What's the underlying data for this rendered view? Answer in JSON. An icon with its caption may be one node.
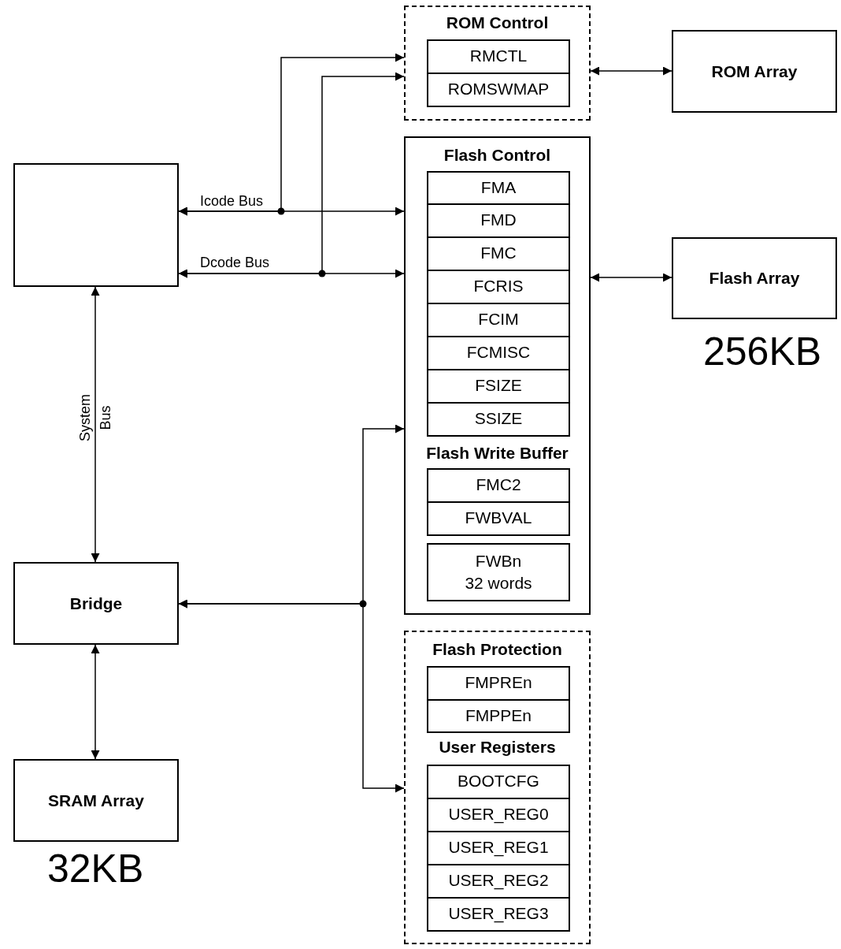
{
  "diagram": {
    "nodes": [
      {
        "text": [
          "ROM Control"
        ]
      },
      {
        "text": [
          "RMCTL"
        ],
        "in": 0
      },
      {
        "text": [
          "ROMSWMAP"
        ],
        "in": 0
      },
      {
        "text": [
          "ROM Array"
        ]
      },
      {
        "text": [],
        "shape": "box"
      },
      {
        "text": [
          "Flash Control",
          "Flash Write Buffer"
        ]
      },
      {
        "text": [
          "FMA"
        ],
        "in": 5
      },
      {
        "text": [
          "FMD"
        ],
        "in": 5
      },
      {
        "text": [
          "FMC"
        ],
        "in": 5
      },
      {
        "text": [
          "FCRIS"
        ],
        "in": 5
      },
      {
        "text": [
          "FCIM"
        ],
        "in": 5
      },
      {
        "text": [
          "FCMISC"
        ],
        "in": 5
      },
      {
        "text": [
          "FSIZE"
        ],
        "in": 5
      },
      {
        "text": [
          "SSIZE"
        ],
        "in": 5
      },
      {
        "text": [
          "FMC2"
        ],
        "in": 5
      },
      {
        "text": [
          "FWBVAL"
        ],
        "in": 5
      },
      {
        "text": [
          "FWBn",
          "32 words"
        ],
        "in": 5
      },
      {
        "text": [
          "Flash Array"
        ],
        "beside": [
          "256KB"
        ]
      },
      {
        "text": [
          "Bridge"
        ]
      },
      {
        "text": [
          "SRAM Array"
        ],
        "beside": [
          "32KB"
        ]
      },
      {
        "text": [
          "Flash Protection",
          "User Registers"
        ]
      },
      {
        "text": [
          "FMPREn"
        ],
        "in": 20
      },
      {
        "text": [
          "FMPPEn"
        ],
        "in": 20
      },
      {
        "text": [
          "BOOTCFG"
        ],
        "in": 20
      },
      {
        "text": [
          "USER_REG0"
        ],
        "in": 20
      },
      {
        "text": [
          "USER_REG1"
        ],
        "in": 20
      },
      {
        "text": [
          "USER_REG2"
        ],
        "in": 20
      },
      {
        "text": [
          "USER_REG3"
        ],
        "in": 20
      }
    ],
    "edges": [
      {
        "from": 4,
        "to": 0,
        "arrow": "both"
      },
      {
        "from": 4,
        "to": 5,
        "arrow": "both",
        "label": "Icode Bus"
      },
      {
        "from": 4,
        "to": 0,
        "arrow": "both"
      },
      {
        "from": 4,
        "to": 5,
        "arrow": "both",
        "label": "Dcode Bus"
      },
      {
        "from": 4,
        "to": 18,
        "arrow": "both",
        "label": "System Bus"
      },
      {
        "from": 18,
        "to": 19,
        "arrow": "both"
      },
      {
        "from": 18,
        "to": 5,
        "arrow": "both"
      },
      {
        "from": 18,
        "to": 20,
        "arrow": "both"
      },
      {
        "from": 0,
        "to": 3,
        "arrow": "both"
      },
      {
        "from": 5,
        "to": 17,
        "arrow": "both"
      }
    ]
  }
}
